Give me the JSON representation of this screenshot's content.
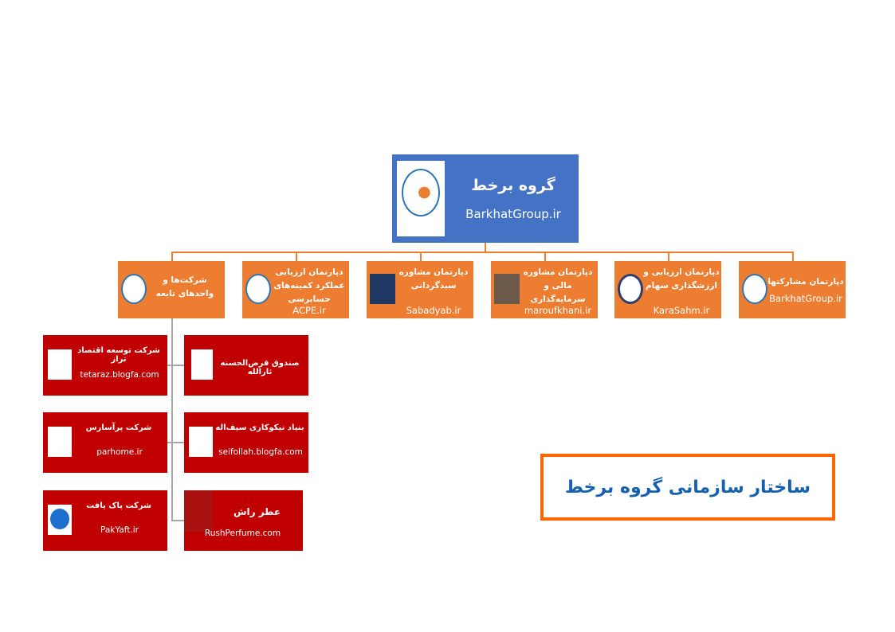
{
  "root": {
    "title": "گروه برخط",
    "url": "BarkhatGroup.ir",
    "logo_icon": "barkhat-logo"
  },
  "departments": [
    {
      "title": "شرکت‌ها و واحدهای تابعه",
      "url": "",
      "logo_icon": "barkhat-globe-logo"
    },
    {
      "title": "دپارتمان ارزیابی عملکرد کمیته‌های حسابرسی",
      "url": "ACPE.ir",
      "logo_icon": "barkhat-globe-logo"
    },
    {
      "title": "دپارتمان مشاوره سبدگردانی",
      "url": "Sabadyab.ir",
      "logo_icon": "sabadyab-logo"
    },
    {
      "title": "دپارتمان مشاوره مالی و سرمایه‌گذاری",
      "url": "maroufkhani.ir",
      "logo_icon": "person-photo"
    },
    {
      "title": "دپارتمان ارزیابی و ارزشگذاری سهام",
      "url": "KaraSahm.ir",
      "logo_icon": "karasahm-logo"
    },
    {
      "title": "دپارتمان مشارکتها",
      "url": "BarkhatGroup.ir",
      "logo_icon": "barkhat-globe-logo"
    }
  ],
  "companies": [
    {
      "title": "صندوق قرض‌الحسنه ثارالله",
      "url": "",
      "logo_icon": "sarallah-logo"
    },
    {
      "title": "بنیاد نیکوکاری سیف‌اله",
      "url": "seifollah.blogfa.com",
      "logo_icon": "seifollah-logo"
    },
    {
      "title": "عطر راش",
      "url": "RushPerfume.com",
      "logo_icon": "rush-perfume-logo"
    },
    {
      "title": "شرکت توسعه اقتصاد تراز",
      "url": "tetaraz.blogfa.com",
      "logo_icon": "taraz-logo"
    },
    {
      "title": "شرکت پرآسارس",
      "url": "parhome.ir",
      "logo_icon": "par-logo"
    },
    {
      "title": "شرکت پاک یافت",
      "url": "PakYaft.ir",
      "logo_icon": "recycle-logo"
    }
  ],
  "caption": "ساختار سازمانی گروه برخط",
  "colors": {
    "root": "#4472c4",
    "department": "#ed7d31",
    "company": "#c00000",
    "caption": "#1560b0",
    "caption_border": "#ff6600"
  }
}
